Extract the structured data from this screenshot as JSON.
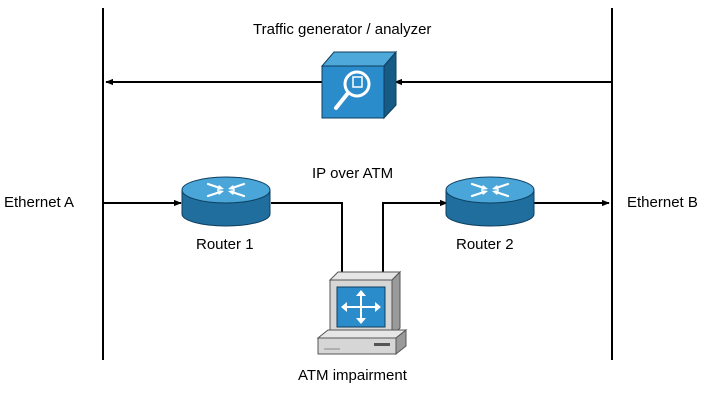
{
  "labels": {
    "traffic": "Traffic generator / analyzer",
    "ip_over_atm": "IP over ATM",
    "ethernet_a": "Ethernet A",
    "ethernet_b": "Ethernet B",
    "router1": "Router 1",
    "router2": "Router 2",
    "atm": "ATM impairment"
  },
  "colors": {
    "line": "#000000",
    "router_fill": "#2e8dc4",
    "router_top": "#4aa6d8",
    "router_dark": "#1f6e9e",
    "analyzer_front": "#2b8ccb",
    "analyzer_side": "#165a86",
    "analyzer_top": "#4fa8da",
    "computer_body": "#d6d6d6",
    "computer_shadow": "#9a9a9a",
    "screen_fill": "#2b8ccb"
  },
  "icons": {
    "analyzer": "magnifier-analyzer-icon",
    "router": "router-icon",
    "impairment": "computer-switch-icon"
  }
}
